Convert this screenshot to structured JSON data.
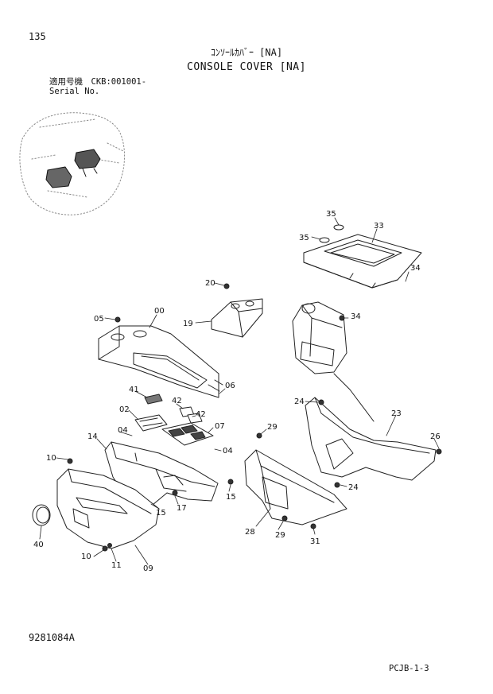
{
  "header": {
    "page_number": "135",
    "title_jp": "ｺﾝｿｰﾙｶﾊﾞｰ [NA]",
    "title_en": "CONSOLE COVER [NA]",
    "serial_label_jp": "適用号機　CKB:001001-",
    "serial_label_en": "Serial No."
  },
  "footer": {
    "document_number": "9281084A",
    "page_code": "PCJB-1-3"
  },
  "callouts": {
    "c35a": "35",
    "c35b": "35",
    "c33": "33",
    "c34a": "34",
    "c34b": "34",
    "c20": "20",
    "c19": "19",
    "c05": "05",
    "c00": "00",
    "c06": "06",
    "c41": "41",
    "c42a": "42",
    "c42b": "42",
    "c02": "02",
    "c07": "07",
    "c04a": "04",
    "c04b": "04",
    "c14": "14",
    "c10a": "10",
    "c10b": "10",
    "c15a": "15",
    "c15b": "15",
    "c17": "17",
    "c40": "40",
    "c11": "11",
    "c09": "09",
    "c24a": "24",
    "c24b": "24",
    "c23": "23",
    "c26": "26",
    "c29a": "29",
    "c29b": "29",
    "c28": "28",
    "c31": "31"
  }
}
